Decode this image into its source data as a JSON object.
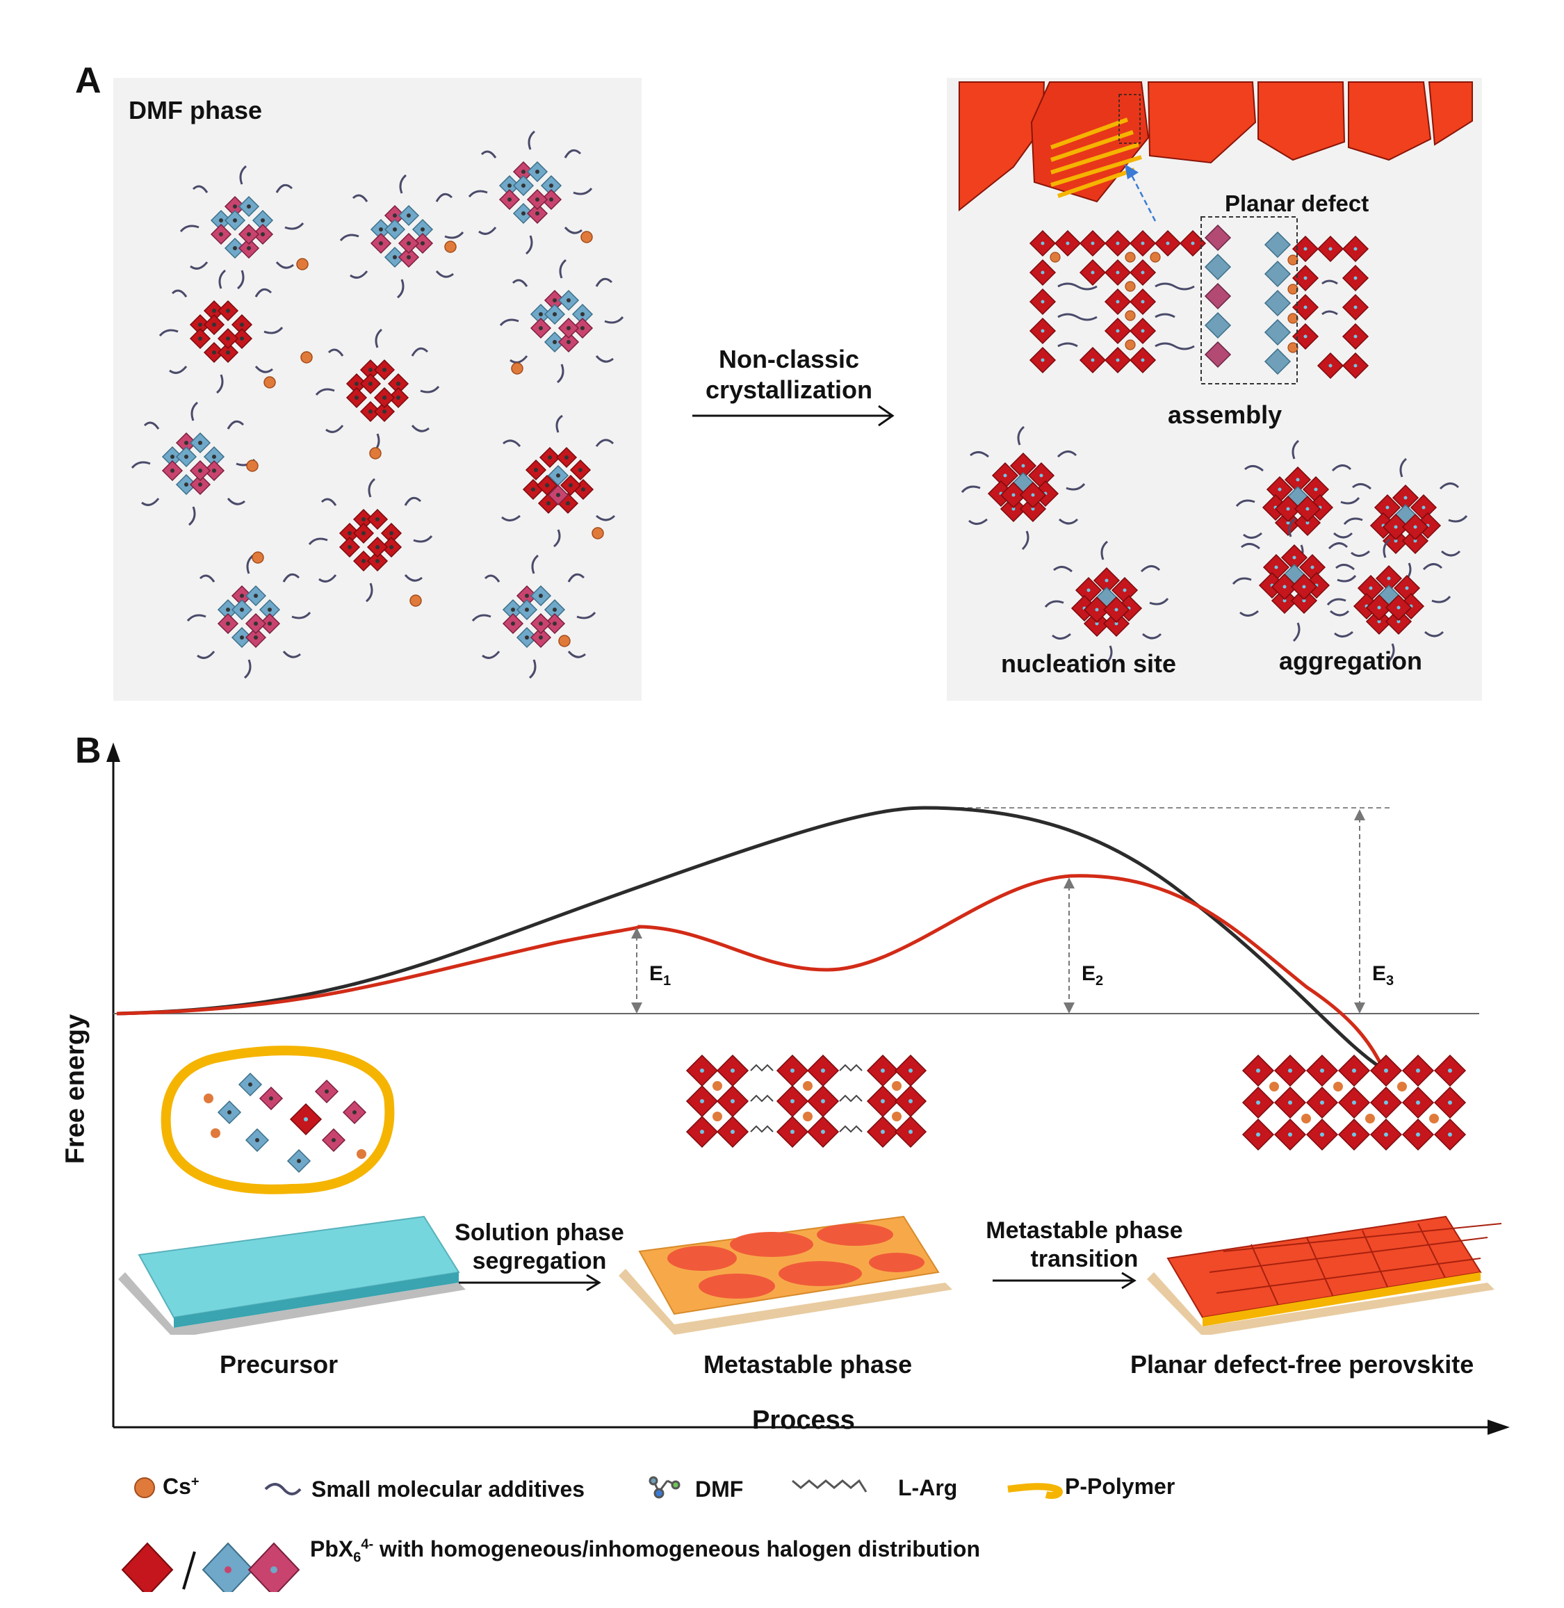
{
  "panel_a": {
    "letter": "A",
    "left_title": "DMF phase",
    "arrow_label_line1": "Non-classic",
    "arrow_label_line2": "crystallization",
    "planar_defect": "Planar  defect",
    "assembly": "assembly",
    "nucleation": "nucleation site",
    "aggregation": "aggregation"
  },
  "panel_b": {
    "letter": "B",
    "y_axis": "Free energy",
    "x_axis": "Process",
    "e1": "E",
    "e1_sub": "1",
    "e2": "E",
    "e2_sub": "2",
    "e3": "E",
    "e3_sub": "3",
    "step1_line1": "Solution phase",
    "step1_line2": "segregation",
    "step2_line1": "Metastable phase",
    "step2_line2": "transition",
    "stage_precursor": "Precursor",
    "stage_metastable": "Metastable phase",
    "stage_final": "Planar defect-free perovskite"
  },
  "legend": {
    "cs": "Cs",
    "cs_sup": "+",
    "additives": "Small molecular  additives",
    "dmf": "DMF",
    "larg": "L-Arg",
    "polymer": "P-Polymer",
    "pbx_prefix": "PbX",
    "pbx_sub": "6",
    "pbx_sup": "4-",
    "pbx_suffix": " with homogeneous/inhomogeneous  halogen distribution"
  },
  "colors": {
    "red_octahedron": "#c4161c",
    "blue_octahedron": "#6fa8c8",
    "pink_octahedron": "#c8446e",
    "cs_ion": "#e07a3a",
    "black_curve": "#2b2b2b",
    "red_curve": "#d22b17",
    "polymer": "#f5b400",
    "grain": "#f04a28",
    "panel_bg": "#f2f2f2"
  }
}
